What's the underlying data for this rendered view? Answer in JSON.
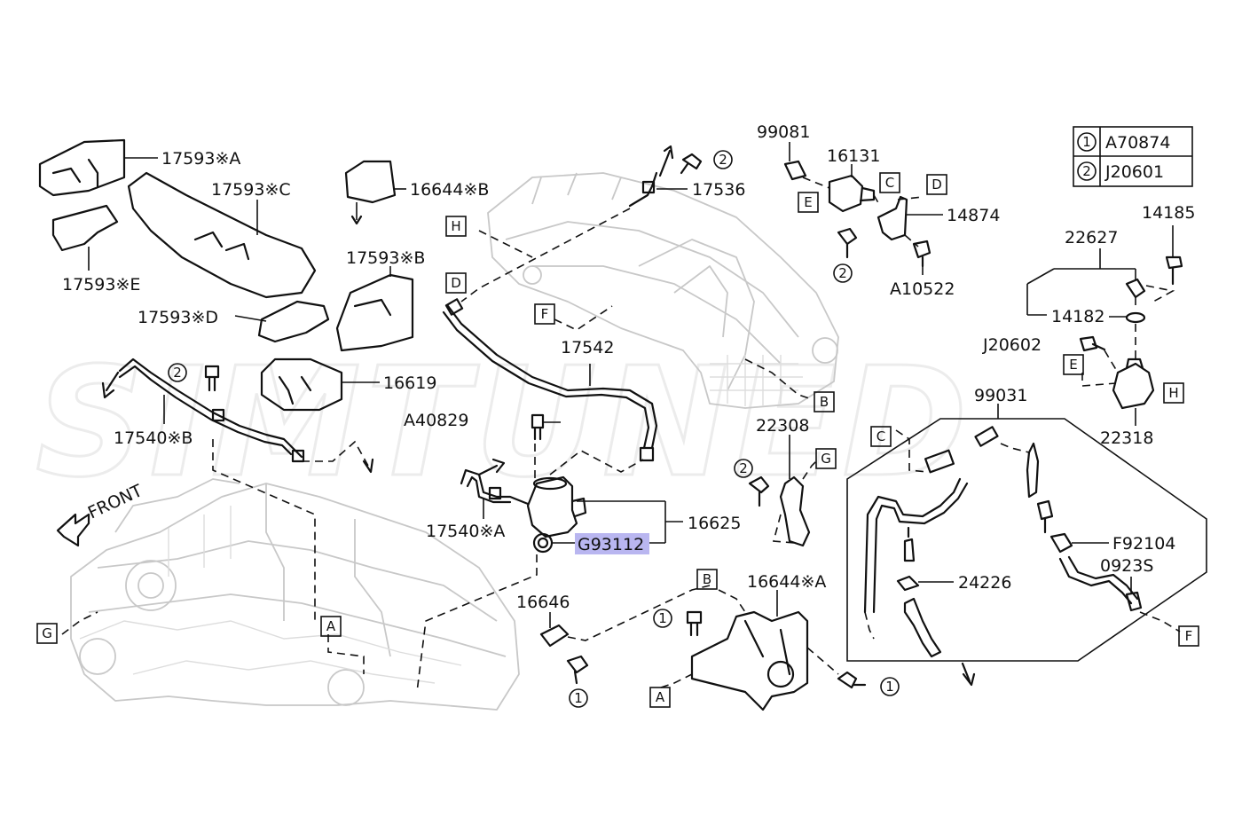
{
  "watermark": "SIMTUNED",
  "legend": {
    "rows": [
      {
        "marker": "1",
        "code": "A70874"
      },
      {
        "marker": "2",
        "code": "J20601"
      }
    ]
  },
  "labels": {
    "p17593A": "17593※A",
    "p17593C": "17593※C",
    "p17593E": "17593※E",
    "p17593B": "17593※B",
    "p17593D": "17593※D",
    "p16644B": "16644※B",
    "p16619": "16619",
    "p17540B": "17540※B",
    "p17536": "17536",
    "p17542": "17542",
    "pA40829": "A40829",
    "p17540A": "17540※A",
    "p16625": "16625",
    "pG93112": "G93112",
    "p16646": "16646",
    "p16644A": "16644※A",
    "p22308": "22308",
    "p99081": "99081",
    "p16131": "16131",
    "p14874": "14874",
    "pA10522": "A10522",
    "p14185": "14185",
    "p22627": "22627",
    "p14182": "14182",
    "pJ20602": "J20602",
    "p22318": "22318",
    "p99031": "99031",
    "pF92104": "F92104",
    "p0923S": "0923S",
    "p24226": "24226",
    "front": "FRONT"
  },
  "ref_boxes": {
    "H1": "H",
    "D1": "D",
    "F1": "F",
    "B1": "B",
    "G1": "G",
    "C1": "C",
    "D2": "D",
    "E1": "E",
    "E2": "E",
    "H2": "H",
    "C2": "C",
    "B2": "B",
    "A1": "A",
    "A2": "A",
    "G2": "G",
    "F2": "F"
  },
  "circle_markers": {
    "m1": "2",
    "m2": "2",
    "m3": "2",
    "m4": "2",
    "m5": "1",
    "m6": "1",
    "m7": "1"
  },
  "colors": {
    "line": "#111111",
    "ghost": "#c8c8c8",
    "highlight": "#b9b6f0"
  }
}
